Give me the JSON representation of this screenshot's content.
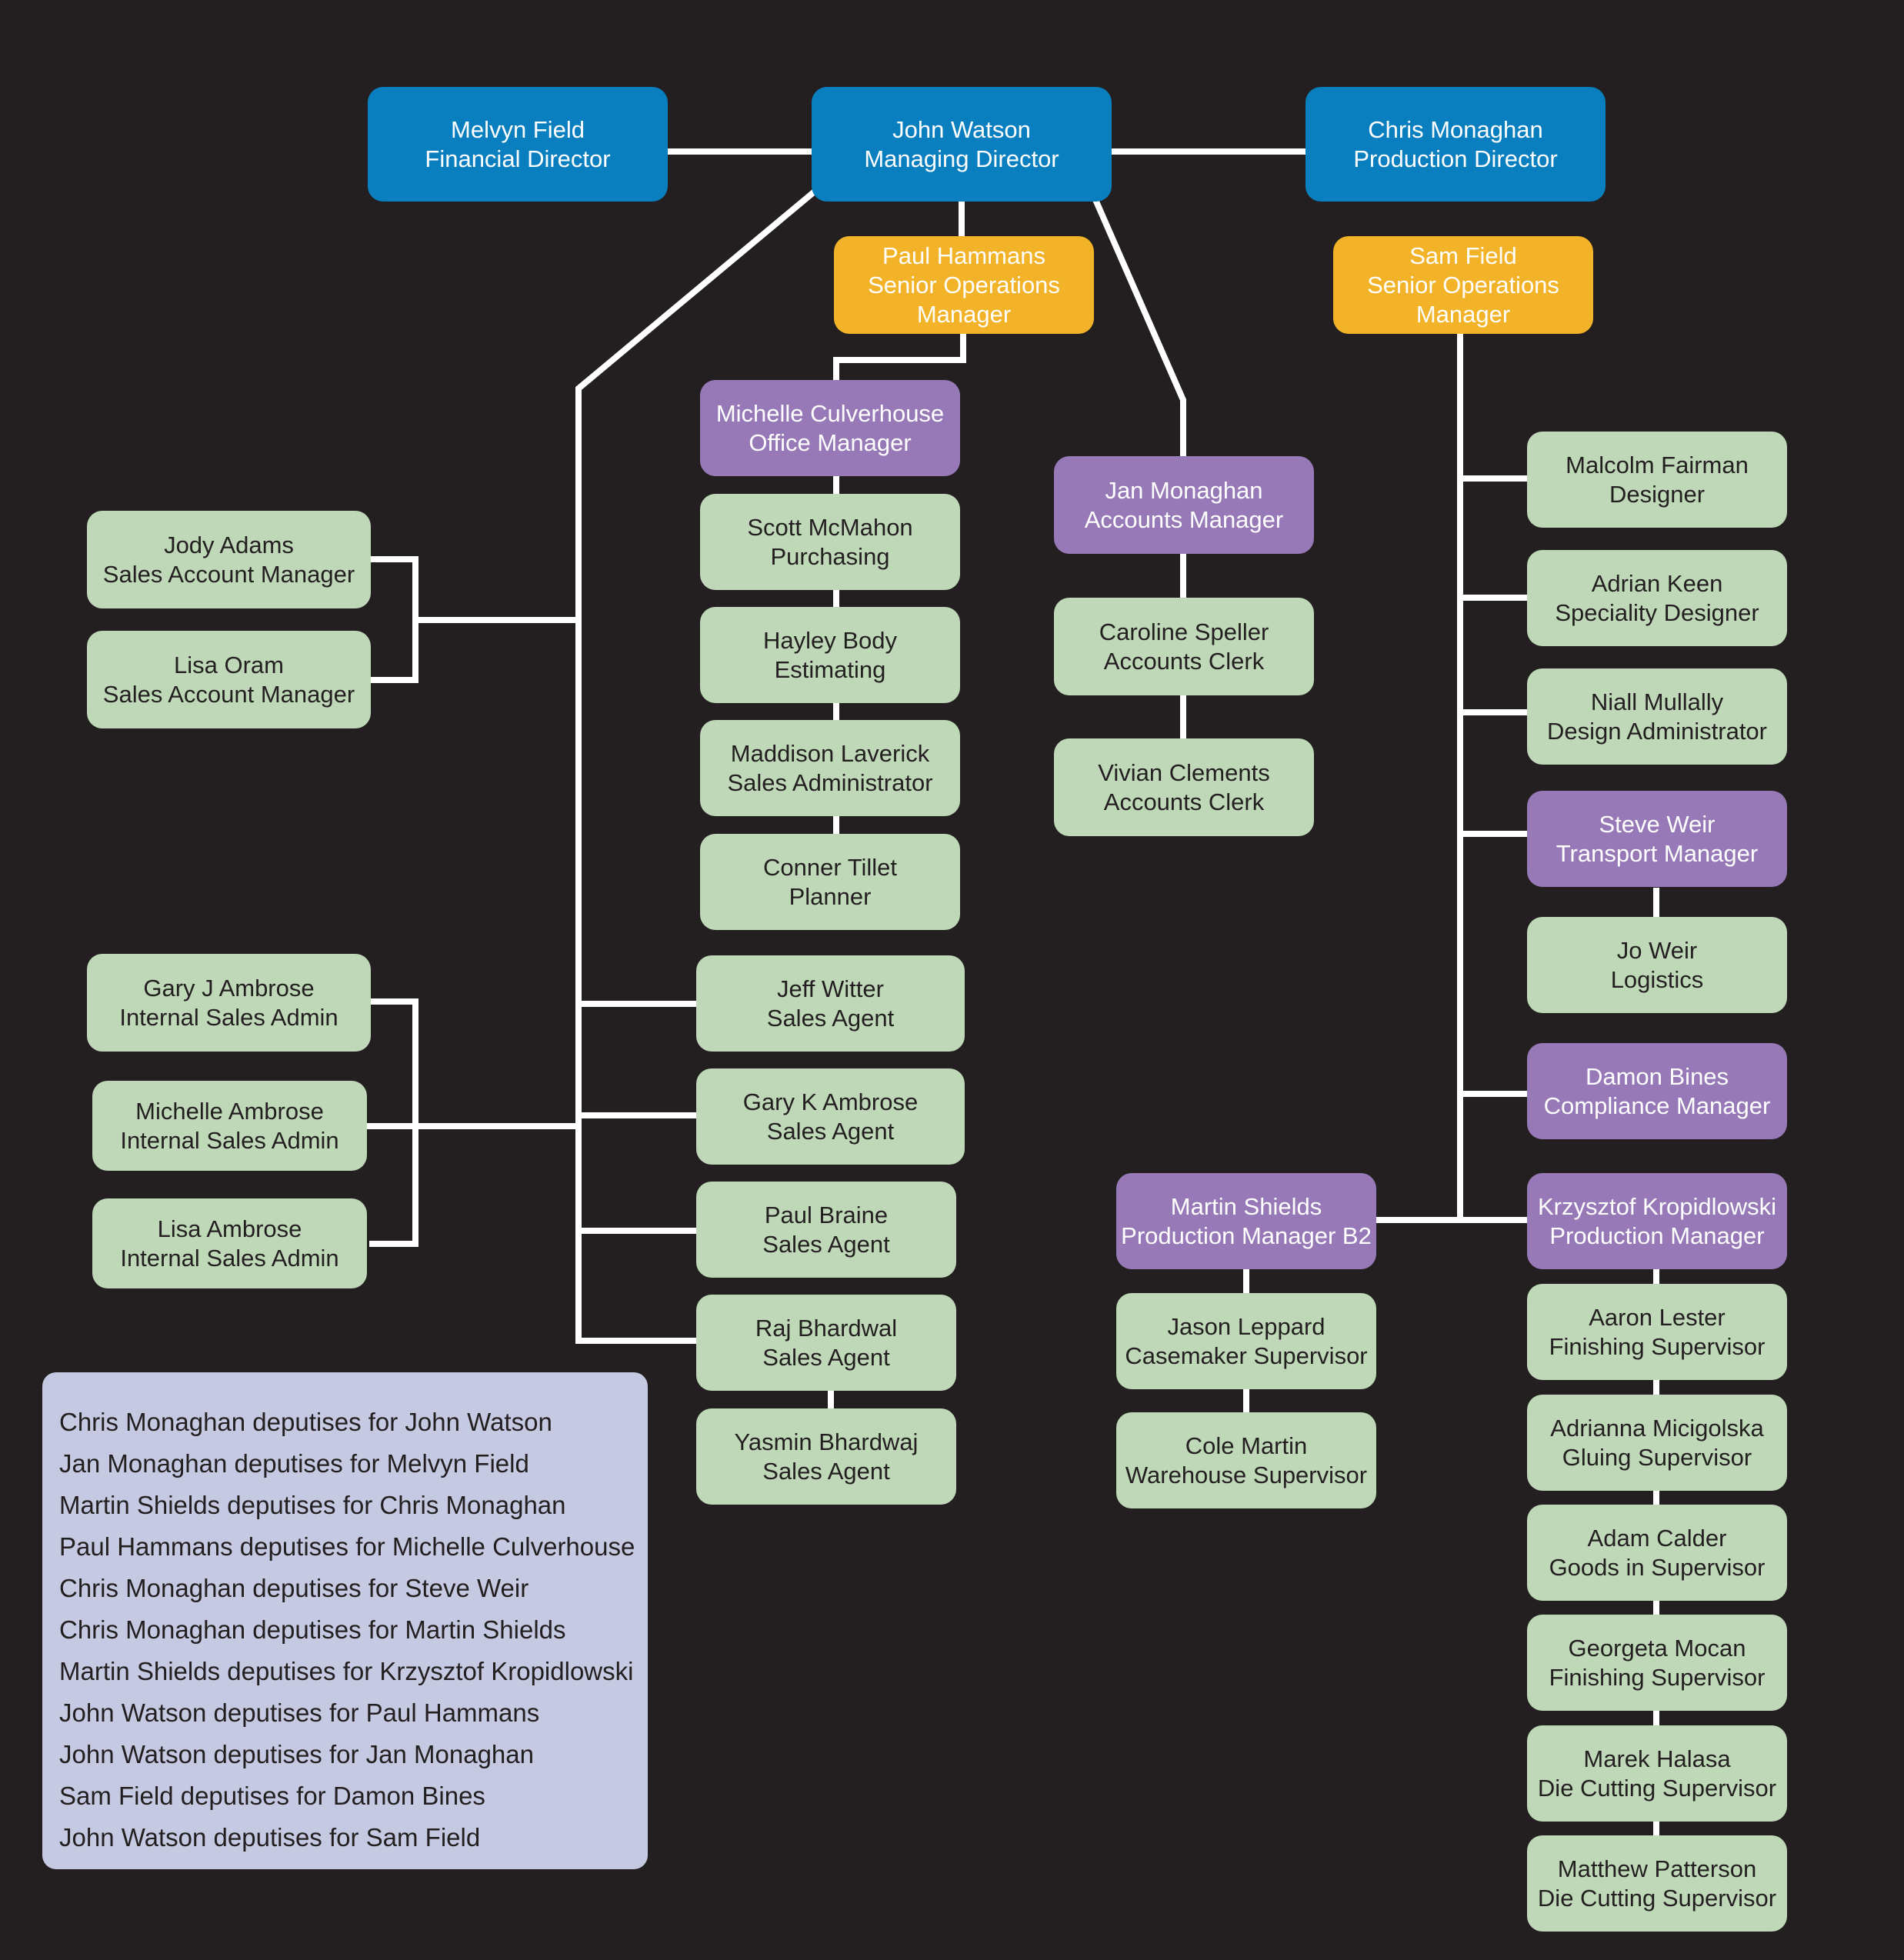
{
  "colors": {
    "background": "#231f20",
    "director": "#0a7fc0",
    "senior_operations": "#f2b328",
    "manager": "#9679b6",
    "staff": "#bfd9b8",
    "deputies_panel": "#c5c9e1",
    "connector": "#ffffff"
  },
  "nodes": {
    "melvyn_field": {
      "name": "Melvyn Field",
      "role": "Financial Director"
    },
    "john_watson": {
      "name": "John Watson",
      "role": "Managing Director"
    },
    "chris_monaghan": {
      "name": "Chris Monaghan",
      "role": "Production Director"
    },
    "paul_hammans": {
      "name": "Paul Hammans",
      "role": "Senior Operations",
      "role2": "Manager"
    },
    "sam_field": {
      "name": "Sam Field",
      "role": "Senior Operations",
      "role2": "Manager"
    },
    "michelle_culverhouse": {
      "name": "Michelle Culverhouse",
      "role": "Office Manager"
    },
    "scott_mcmahon": {
      "name": "Scott McMahon",
      "role": "Purchasing"
    },
    "hayley_body": {
      "name": "Hayley Body",
      "role": "Estimating"
    },
    "maddison_laverick": {
      "name": "Maddison Laverick",
      "role": "Sales Administrator"
    },
    "conner_tillet": {
      "name": "Conner Tillet",
      "role": "Planner"
    },
    "jan_monaghan": {
      "name": "Jan Monaghan",
      "role": "Accounts Manager"
    },
    "caroline_speller": {
      "name": "Caroline Speller",
      "role": "Accounts Clerk"
    },
    "vivian_clements": {
      "name": "Vivian Clements",
      "role": "Accounts Clerk"
    },
    "jody_adams": {
      "name": "Jody Adams",
      "role": "Sales Account Manager"
    },
    "lisa_oram": {
      "name": "Lisa Oram",
      "role": "Sales Account Manager"
    },
    "gary_j_ambrose": {
      "name": "Gary J Ambrose",
      "role": "Internal Sales Admin"
    },
    "michelle_ambrose": {
      "name": "Michelle Ambrose",
      "role": "Internal Sales Admin"
    },
    "lisa_ambrose": {
      "name": "Lisa Ambrose",
      "role": "Internal Sales Admin"
    },
    "jeff_witter": {
      "name": "Jeff Witter",
      "role": "Sales Agent"
    },
    "gary_k_ambrose": {
      "name": "Gary K Ambrose",
      "role": "Sales Agent"
    },
    "paul_braine": {
      "name": "Paul Braine",
      "role": "Sales Agent"
    },
    "raj_bhardwal": {
      "name": "Raj Bhardwal",
      "role": "Sales Agent"
    },
    "yasmin_bhardwaj": {
      "name": "Yasmin Bhardwaj",
      "role": "Sales Agent"
    },
    "malcolm_fairman": {
      "name": "Malcolm Fairman",
      "role": "Designer"
    },
    "adrian_keen": {
      "name": "Adrian Keen",
      "role": "Speciality Designer"
    },
    "niall_mullally": {
      "name": "Niall Mullally",
      "role": "Design Administrator"
    },
    "steve_weir": {
      "name": "Steve Weir",
      "role": "Transport Manager"
    },
    "jo_weir": {
      "name": "Jo Weir",
      "role": "Logistics"
    },
    "damon_bines": {
      "name": "Damon Bines",
      "role": "Compliance Manager"
    },
    "martin_shields": {
      "name": "Martin Shields",
      "role": "Production Manager B2"
    },
    "krzysztof_kropidlowski": {
      "name": "Krzysztof Kropidlowski",
      "role": "Production Manager"
    },
    "jason_leppard": {
      "name": "Jason Leppard",
      "role": "Casemaker Supervisor"
    },
    "cole_martin": {
      "name": "Cole Martin",
      "role": "Warehouse Supervisor"
    },
    "aaron_lester": {
      "name": "Aaron Lester",
      "role": "Finishing Supervisor"
    },
    "adrianna_micigolska": {
      "name": "Adrianna Micigolska",
      "role": "Gluing Supervisor"
    },
    "adam_calder": {
      "name": "Adam Calder",
      "role": "Goods in Supervisor"
    },
    "georgeta_mocan": {
      "name": "Georgeta Mocan",
      "role": "Finishing Supervisor"
    },
    "marek_halasa": {
      "name": "Marek Halasa",
      "role": "Die Cutting Supervisor"
    },
    "matthew_patterson": {
      "name": "Matthew Patterson",
      "role": "Die Cutting Supervisor"
    }
  },
  "deputies": [
    "Chris Monaghan deputises for John Watson",
    "Jan Monaghan deputises for Melvyn Field",
    "Martin Shields deputises for Chris Monaghan",
    "Paul Hammans deputises for Michelle Culverhouse",
    "Chris Monaghan deputises for Steve Weir",
    "Chris Monaghan deputises for Martin Shields",
    "Martin Shields deputises for Krzysztof Kropidlowski",
    "John Watson deputises for Paul Hammans",
    "John Watson deputises for Jan Monaghan",
    "Sam Field deputises for Damon Bines",
    "John Watson deputises for Sam Field"
  ]
}
